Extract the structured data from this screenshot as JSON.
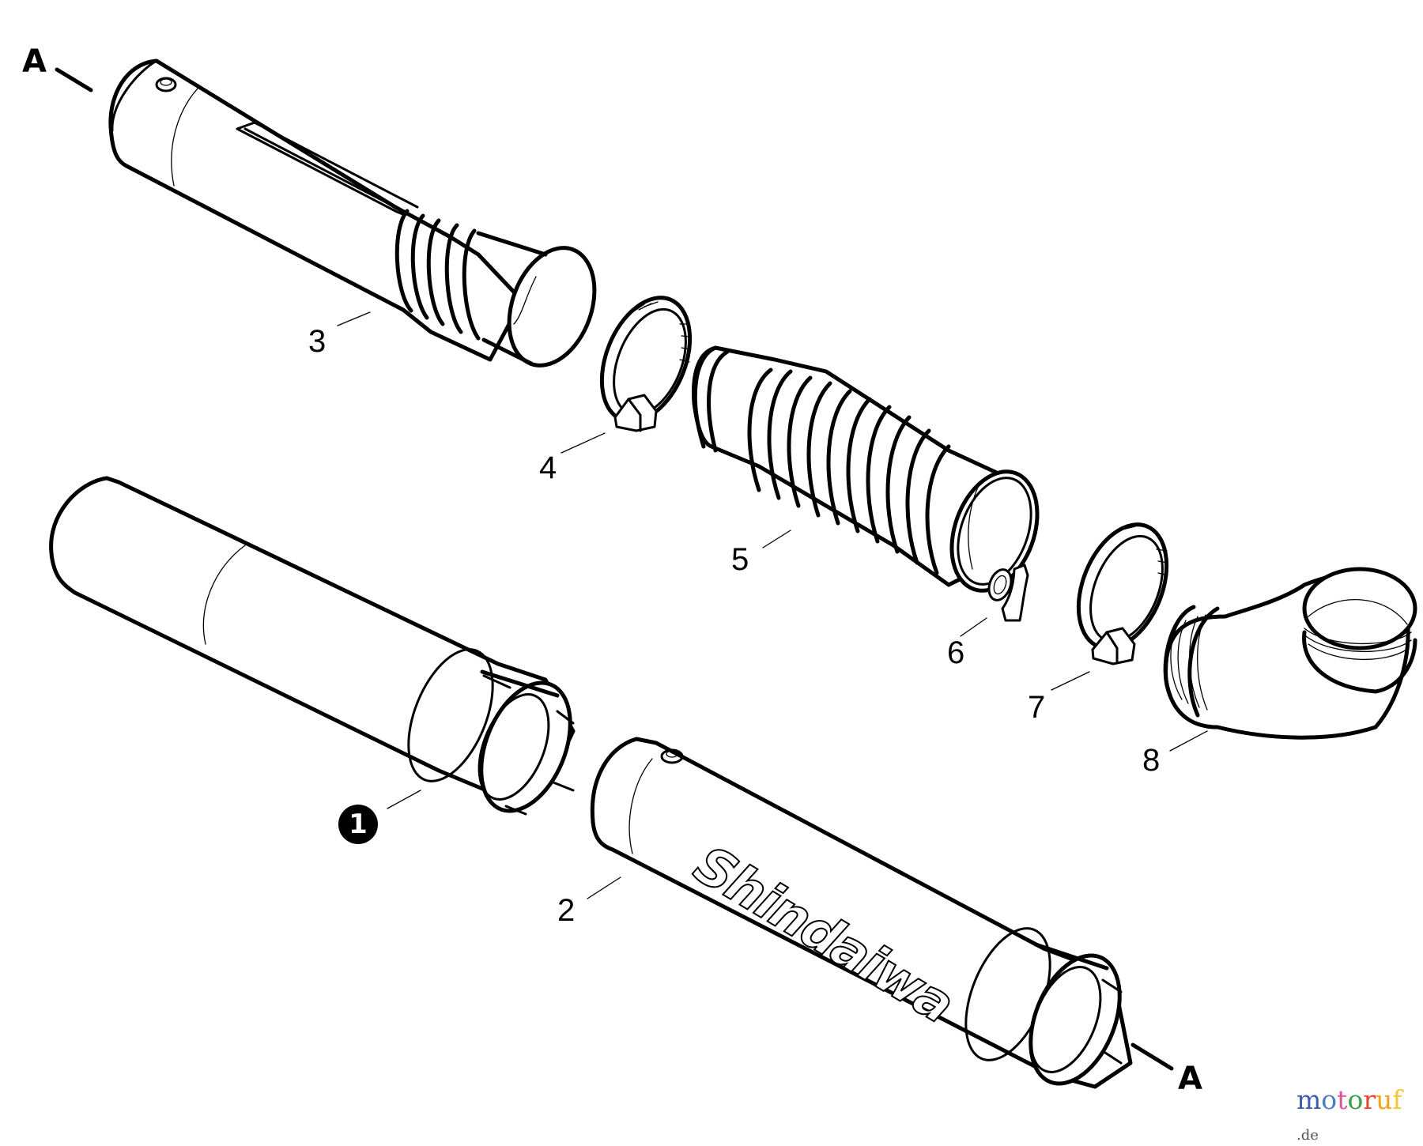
{
  "diagram": {
    "type": "exploded-parts-diagram",
    "subject": "Blower tube assembly",
    "reference_marks": [
      {
        "id": "ref-a-top",
        "text": "A"
      },
      {
        "id": "ref-a-bottom",
        "text": "A"
      }
    ],
    "parts": [
      {
        "number": "1",
        "name": "tube (end)",
        "highlighted": true
      },
      {
        "number": "2",
        "name": "tube (Shindaiwa branded)"
      },
      {
        "number": "3",
        "name": "tube with handle slot"
      },
      {
        "number": "4",
        "name": "hose clamp"
      },
      {
        "number": "5",
        "name": "flexible bellows hose"
      },
      {
        "number": "6",
        "name": "clip"
      },
      {
        "number": "7",
        "name": "hose clamp"
      },
      {
        "number": "8",
        "name": "elbow"
      }
    ],
    "labels": {
      "p1": "1",
      "p2": "2",
      "p3": "3",
      "p4": "4",
      "p5": "5",
      "p6": "6",
      "p7": "7",
      "p8": "8",
      "ref_top": "A",
      "ref_bottom": "A"
    },
    "brand_text": "Shindaiwa"
  },
  "watermark": {
    "letters": [
      {
        "char": "m",
        "color": "#3f5ba9"
      },
      {
        "char": "o",
        "color": "#4b7fc4"
      },
      {
        "char": "t",
        "color": "#e0559a"
      },
      {
        "char": "o",
        "color": "#3aa14a"
      },
      {
        "char": "r",
        "color": "#e3452e"
      },
      {
        "char": "u",
        "color": "#f2a21b"
      },
      {
        "char": "f",
        "color": "#f7c531"
      }
    ],
    "text": "motoruf",
    "suffix": ".de"
  }
}
